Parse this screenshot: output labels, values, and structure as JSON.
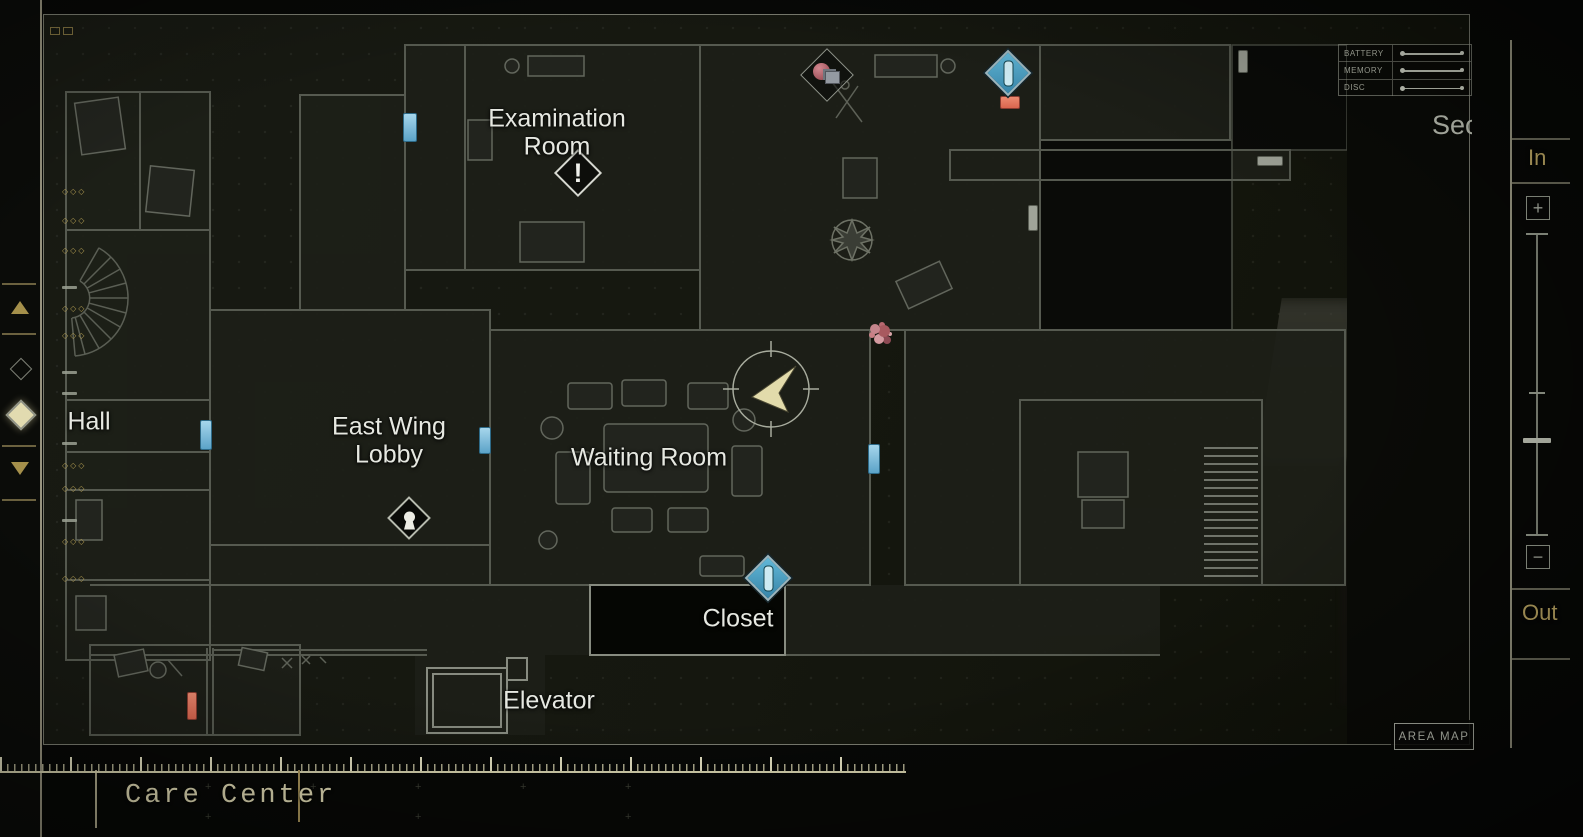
{
  "floor_panel": {
    "floor_name_clipped": "Sec"
  },
  "resource_panel": {
    "rows": [
      {
        "label": "BATTERY"
      },
      {
        "label": "MEMORY"
      },
      {
        "label": "DISC"
      }
    ]
  },
  "zoom_controls": {
    "in_label": "In",
    "out_label": "Out",
    "zoom_in_symbol": "+",
    "zoom_out_symbol": "−"
  },
  "map": {
    "room_labels": [
      {
        "id": "examination-room",
        "lines": [
          "Examination",
          "Room"
        ]
      },
      {
        "id": "east-wing-lobby",
        "lines": [
          "East Wing",
          "Lobby"
        ]
      },
      {
        "id": "waiting-room",
        "lines": [
          "Waiting Room"
        ]
      },
      {
        "id": "closet",
        "lines": [
          "Closet"
        ]
      },
      {
        "id": "elevator",
        "lines": [
          "Elevator"
        ]
      },
      {
        "id": "hall",
        "lines": [
          "Hall"
        ]
      }
    ],
    "markers": {
      "exclamation_symbol": "!"
    }
  },
  "footer": {
    "location_name": "Care Center",
    "area_map_button": "AREA MAP"
  },
  "colors": {
    "door_blue": "#7ebcdc",
    "door_red": "#e0745e",
    "door_gray": "#a0a499",
    "marker_blue": "#4a9cc4",
    "player_arrow": "#e2dbab",
    "accent_gold": "#c9b26a",
    "label_white": "#e6e8e1",
    "wall_gray": "#565a50"
  }
}
